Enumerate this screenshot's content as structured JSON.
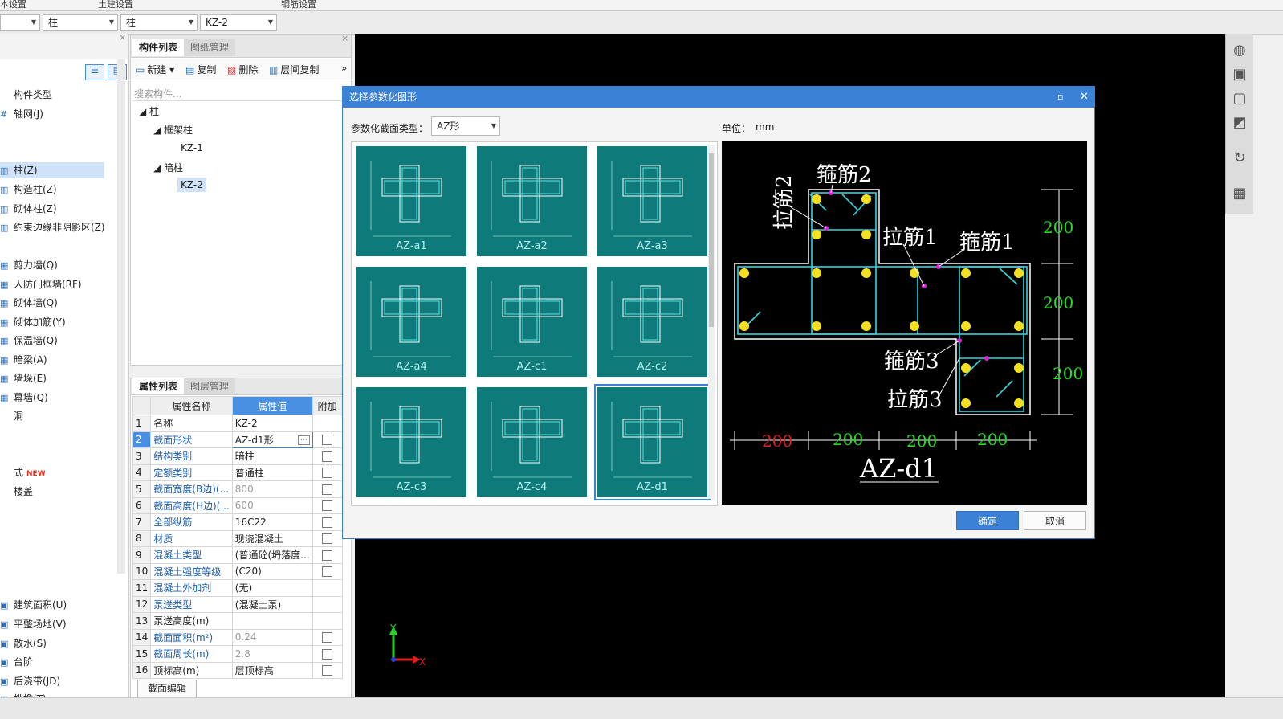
{
  "topbar": {
    "t1": "本设置",
    "t2": "土建设置",
    "t3": "钢筋设置"
  },
  "filters": {
    "f2": "柱",
    "f3": "柱",
    "f4": "KZ-2"
  },
  "leftnav": {
    "items": [
      {
        "label": "构件类型",
        "icon": ""
      },
      {
        "label": "轴网(J)",
        "icon": "#"
      },
      {
        "label": "柱(Z)",
        "icon": "▥"
      },
      {
        "label": "构造柱(Z)",
        "icon": "▥"
      },
      {
        "label": "砌体柱(Z)",
        "icon": "▥"
      },
      {
        "label": "约束边缘非阴影区(Z)",
        "icon": "▥"
      },
      {
        "label": "剪力墙(Q)",
        "icon": "▦"
      },
      {
        "label": "人防门框墙(RF)",
        "icon": "▦"
      },
      {
        "label": "砌体墙(Q)",
        "icon": "▦"
      },
      {
        "label": "砌体加筋(Y)",
        "icon": "▦"
      },
      {
        "label": "保温墙(Q)",
        "icon": "▦"
      },
      {
        "label": "暗梁(A)",
        "icon": "▦"
      },
      {
        "label": "墙垛(E)",
        "icon": "▦"
      },
      {
        "label": "幕墙(Q)",
        "icon": "▦"
      },
      {
        "label": "洞",
        "icon": ""
      },
      {
        "label": "式",
        "icon": "",
        "badge": "NEW"
      },
      {
        "label": "楼盖",
        "icon": ""
      },
      {
        "label": "建筑面积(U)",
        "icon": "▣"
      },
      {
        "label": "平整场地(V)",
        "icon": "▣"
      },
      {
        "label": "散水(S)",
        "icon": "▣"
      },
      {
        "label": "台阶",
        "icon": "▣"
      },
      {
        "label": "后浇带(JD)",
        "icon": "▣"
      },
      {
        "label": "挑檐(T)",
        "icon": "▣"
      }
    ]
  },
  "complist": {
    "tab_active": "构件列表",
    "tab_other": "图纸管理",
    "tools": {
      "new": "新建",
      "copy": "复制",
      "delete": "删除",
      "floor_copy": "层间复制"
    },
    "search_placeholder": "搜索构件...",
    "tree": {
      "root": "柱",
      "group1": "框架柱",
      "item1": "KZ-1",
      "group2": "暗柱",
      "item2": "KZ-2"
    }
  },
  "props": {
    "tab_active": "属性列表",
    "tab_other": "图层管理",
    "headers": {
      "name": "属性名称",
      "value": "属性值",
      "extra": "附加"
    },
    "rows": [
      {
        "n": "1",
        "name": "名称",
        "value": "KZ-2",
        "cb": false
      },
      {
        "n": "2",
        "name": "截面形状",
        "value": "AZ-d1形",
        "cb": true
      },
      {
        "n": "3",
        "name": "结构类别",
        "value": "暗柱",
        "cb": true
      },
      {
        "n": "4",
        "name": "定额类别",
        "value": "普通柱",
        "cb": true
      },
      {
        "n": "5",
        "name": "截面宽度(B边)(...",
        "value": "800",
        "cb": true
      },
      {
        "n": "6",
        "name": "截面高度(H边)(...",
        "value": "600",
        "cb": true
      },
      {
        "n": "7",
        "name": "全部纵筋",
        "value": "16C22",
        "cb": true
      },
      {
        "n": "8",
        "name": "材质",
        "value": "现浇混凝土",
        "cb": true
      },
      {
        "n": "9",
        "name": "混凝土类型",
        "value": "(普通砼(坍落度...",
        "cb": true
      },
      {
        "n": "10",
        "name": "混凝土强度等级",
        "value": "(C20)",
        "cb": true
      },
      {
        "n": "11",
        "name": "混凝土外加剂",
        "value": "(无)",
        "cb": false
      },
      {
        "n": "12",
        "name": "泵送类型",
        "value": "(混凝土泵)",
        "cb": false
      },
      {
        "n": "13",
        "name": "泵送高度(m)",
        "value": "",
        "cb": false
      },
      {
        "n": "14",
        "name": "截面面积(m²)",
        "value": "0.24",
        "cb": true
      },
      {
        "n": "15",
        "name": "截面周长(m)",
        "value": "2.8",
        "cb": true
      },
      {
        "n": "16",
        "name": "顶标高(m)",
        "value": "层顶标高",
        "cb": true
      }
    ],
    "edit_button": "截面编辑"
  },
  "dialog": {
    "title": "选择参数化图形",
    "type_label": "参数化截面类型：",
    "type_value": "AZ形",
    "unit_label": "单位：",
    "unit_value": "mm",
    "thumbs": [
      "AZ-a1",
      "AZ-a2",
      "AZ-a3",
      "AZ-a4",
      "AZ-c1",
      "AZ-c2",
      "AZ-c3",
      "AZ-c4",
      "AZ-d1"
    ],
    "selected": "AZ-d1",
    "preview": {
      "name": "AZ-d1",
      "labels": {
        "gujin2": "箍筋2",
        "lajin2": "拉筋2",
        "lajin1": "拉筋1",
        "gujin1": "箍筋1",
        "gujin3": "箍筋3",
        "lajin3": "拉筋3"
      },
      "dims_right": [
        "200",
        "200",
        "200"
      ],
      "dims_bottom": [
        "200",
        "200",
        "200",
        "200"
      ]
    },
    "ok": "确定",
    "cancel": "取消"
  },
  "axis": {
    "x": "X",
    "y": "Y"
  }
}
